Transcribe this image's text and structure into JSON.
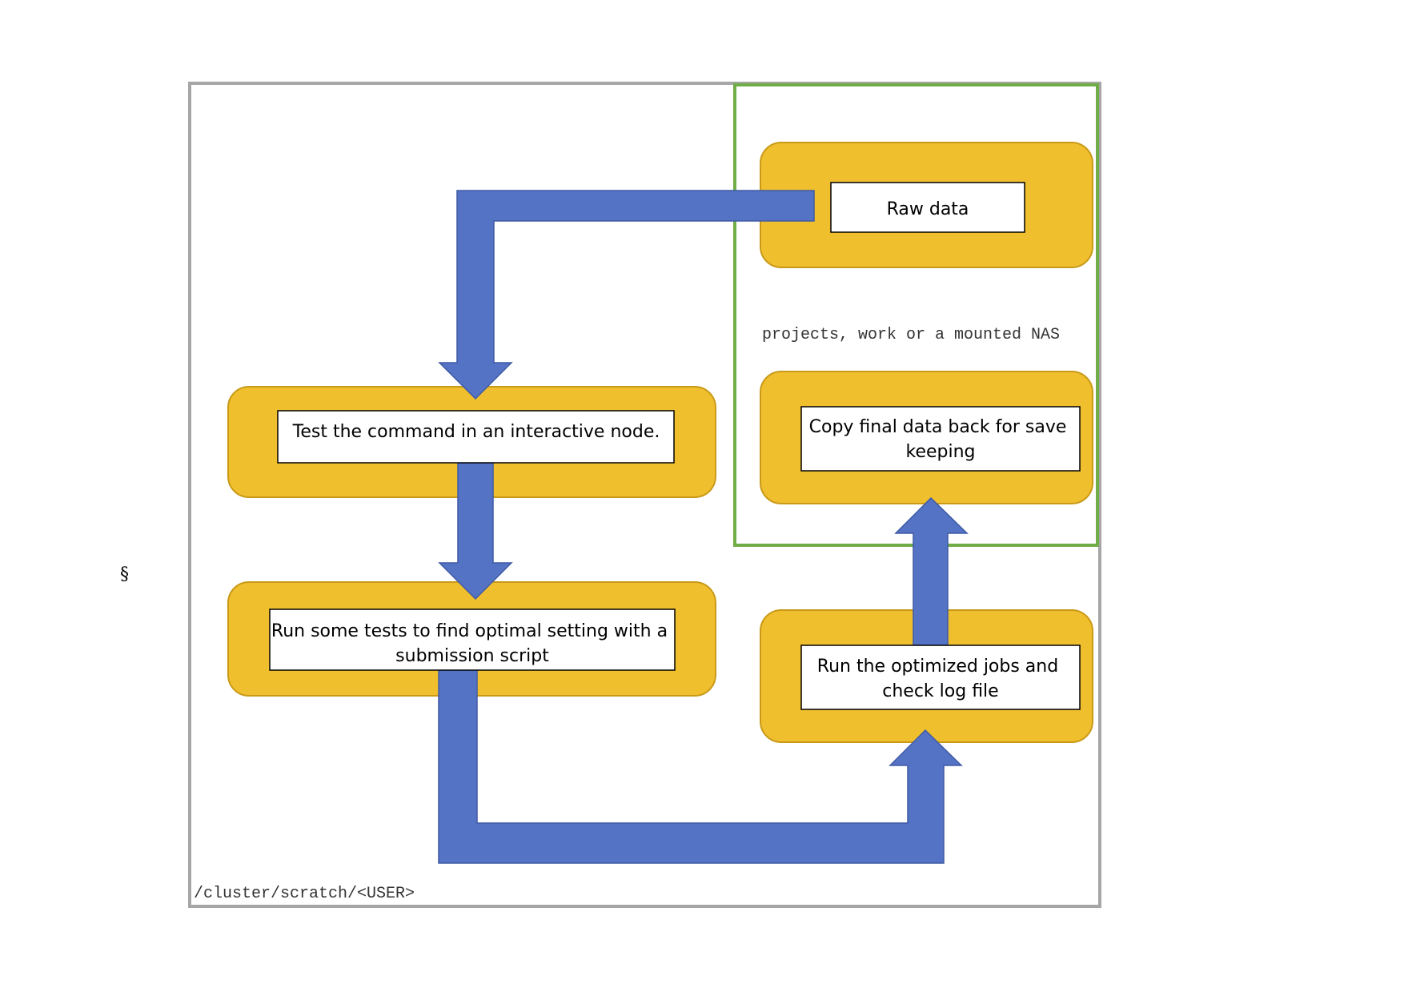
{
  "colors": {
    "outer_border": "#a6a6a6",
    "inner_border": "#70ad47",
    "card_fill": "#f0bf2e",
    "card_stroke": "#c99a18",
    "arrow_fill": "#5573c4",
    "arrow_stroke": "#3e5aa5",
    "label_box_fill": "#ffffff",
    "label_box_stroke": "#000000"
  },
  "containers": {
    "outer_label": "/cluster/scratch/<USER>",
    "inner_label": "projects, work or a mounted NAS"
  },
  "steps": {
    "raw_data": {
      "lines": [
        "Raw data"
      ]
    },
    "test_command": {
      "lines": [
        "Test the command in an interactive node."
      ]
    },
    "run_tests": {
      "lines": [
        "Run some tests to find optimal setting with a",
        "submission script"
      ]
    },
    "run_jobs": {
      "lines": [
        "Run the optimized jobs and",
        "check log file"
      ]
    },
    "copy_back": {
      "lines": [
        "Copy final data back for save",
        "keeping"
      ]
    }
  },
  "margin_symbol": "§",
  "connectors": [
    {
      "from": "raw_data",
      "to": "test_command"
    },
    {
      "from": "test_command",
      "to": "run_tests"
    },
    {
      "from": "run_tests",
      "to": "run_jobs"
    },
    {
      "from": "run_jobs",
      "to": "copy_back"
    }
  ]
}
